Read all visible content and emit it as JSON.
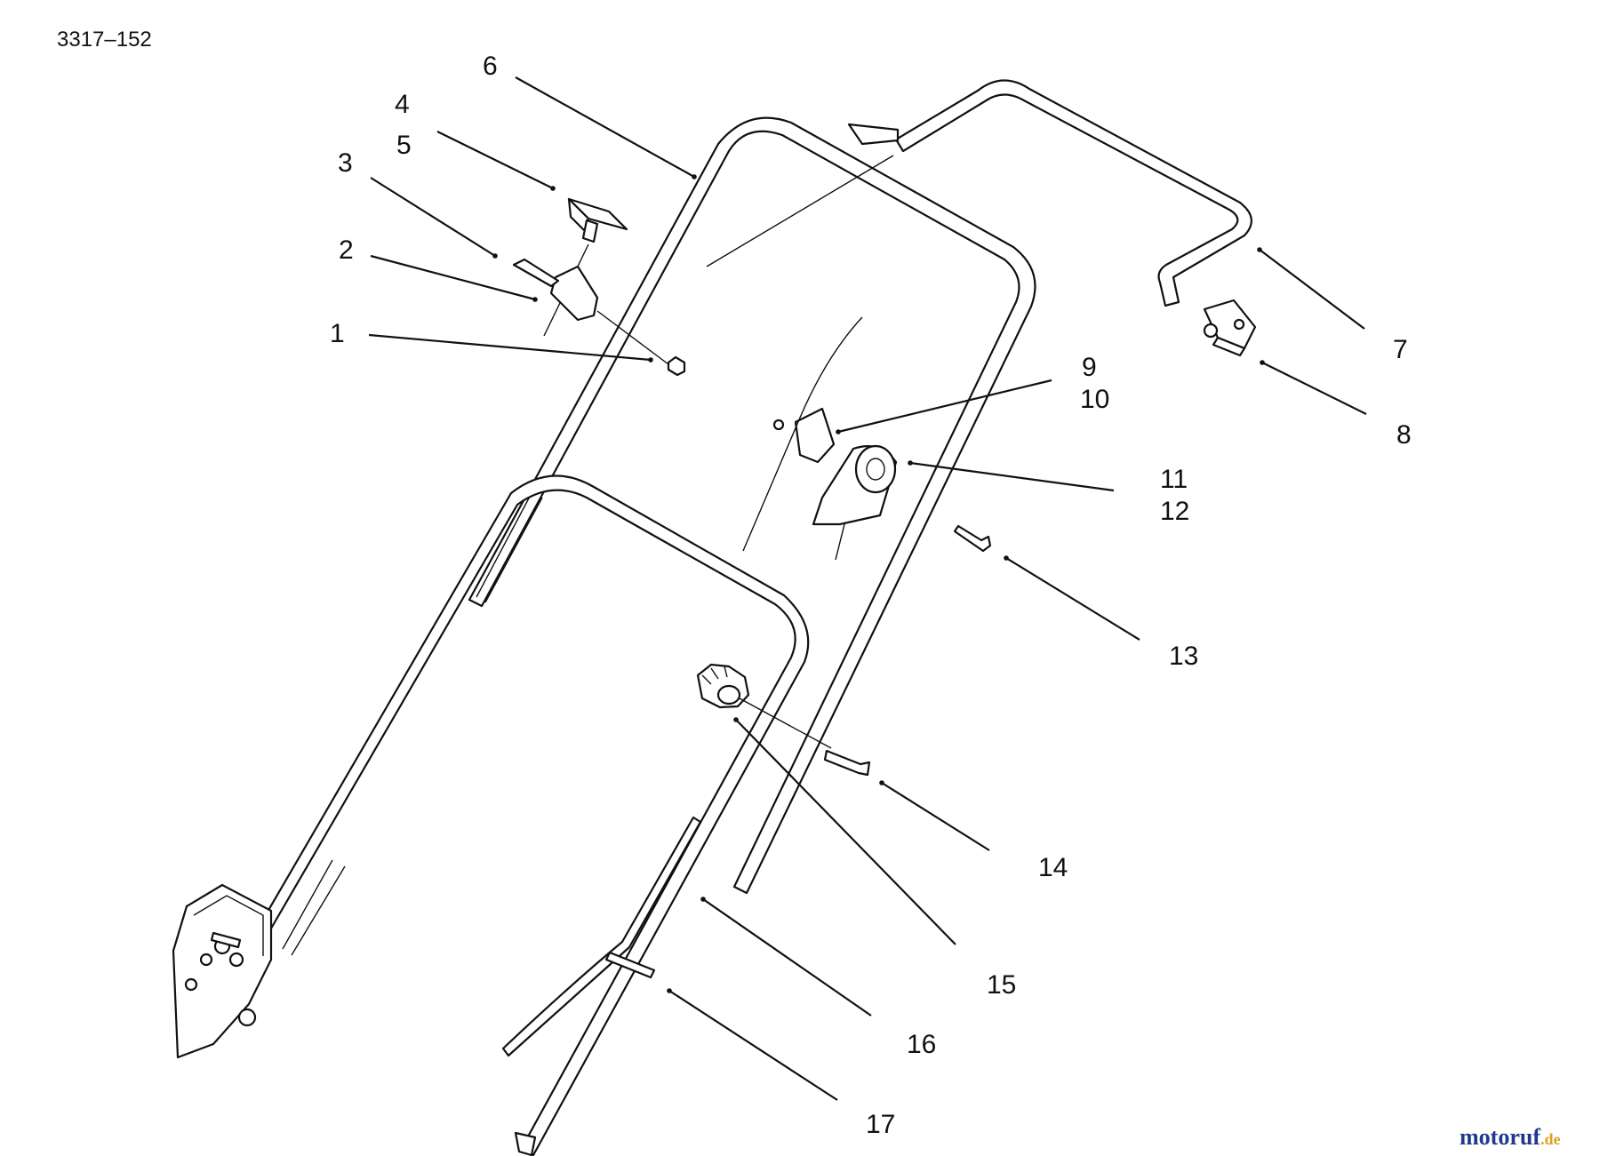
{
  "drawing_number": "3317–152",
  "watermark": {
    "brand": "motoruf",
    "tld": ".de",
    "colors": [
      "#1e3a8a",
      "#d9a21b"
    ]
  },
  "callouts": [
    {
      "id": "c1",
      "lines": [
        "1"
      ]
    },
    {
      "id": "c2",
      "lines": [
        "2"
      ]
    },
    {
      "id": "c3",
      "lines": [
        "3"
      ]
    },
    {
      "id": "c45",
      "lines": [
        "4",
        "5"
      ]
    },
    {
      "id": "c6",
      "lines": [
        "6"
      ]
    },
    {
      "id": "c7",
      "lines": [
        "7"
      ]
    },
    {
      "id": "c8",
      "lines": [
        "8"
      ]
    },
    {
      "id": "c910",
      "lines": [
        "9",
        "10"
      ]
    },
    {
      "id": "c1112",
      "lines": [
        "11",
        "12"
      ]
    },
    {
      "id": "c13",
      "lines": [
        "13"
      ]
    },
    {
      "id": "c14",
      "lines": [
        "14"
      ]
    },
    {
      "id": "c15",
      "lines": [
        "15"
      ]
    },
    {
      "id": "c16",
      "lines": [
        "16"
      ]
    },
    {
      "id": "c17",
      "lines": [
        "17"
      ]
    }
  ]
}
